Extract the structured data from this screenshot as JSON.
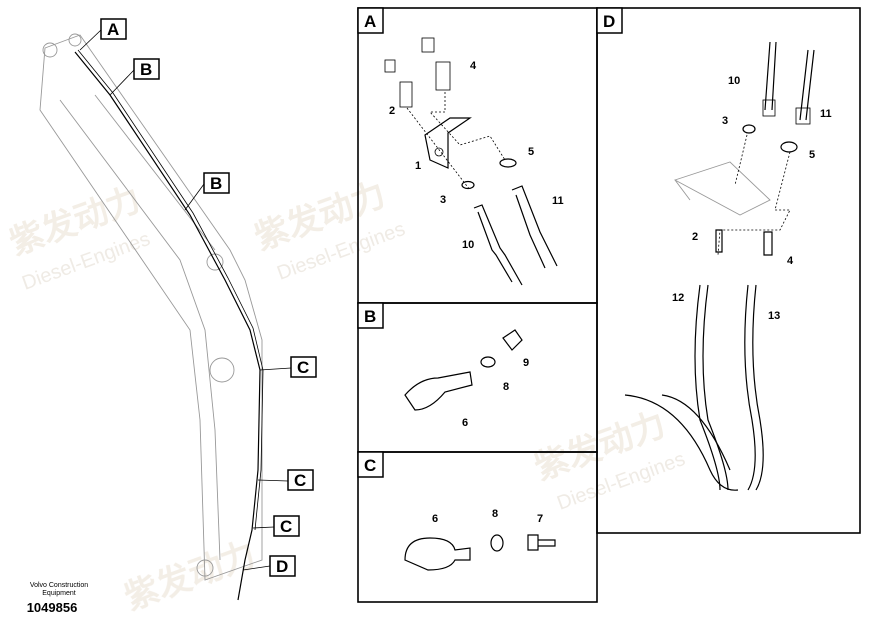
{
  "footer": {
    "company_line1": "Volvo Construction",
    "company_line2": "Equipment",
    "drawing_number": "1049856"
  },
  "watermark": {
    "cn": "紫发动力",
    "en": "Diesel-Engines"
  },
  "callouts": {
    "a": "A",
    "b1": "B",
    "b2": "B",
    "c1": "C",
    "c2": "C",
    "c3": "C",
    "d": "D"
  },
  "panels": {
    "a": {
      "label": "A",
      "parts": [
        "1",
        "2",
        "3",
        "4",
        "5",
        "10",
        "11"
      ]
    },
    "b": {
      "label": "B",
      "parts": [
        "6",
        "8",
        "9"
      ]
    },
    "c": {
      "label": "C",
      "parts": [
        "6",
        "8",
        "7"
      ]
    },
    "d": {
      "label": "D",
      "parts": [
        "10",
        "11",
        "3",
        "5",
        "2",
        "4",
        "12",
        "13"
      ]
    }
  }
}
